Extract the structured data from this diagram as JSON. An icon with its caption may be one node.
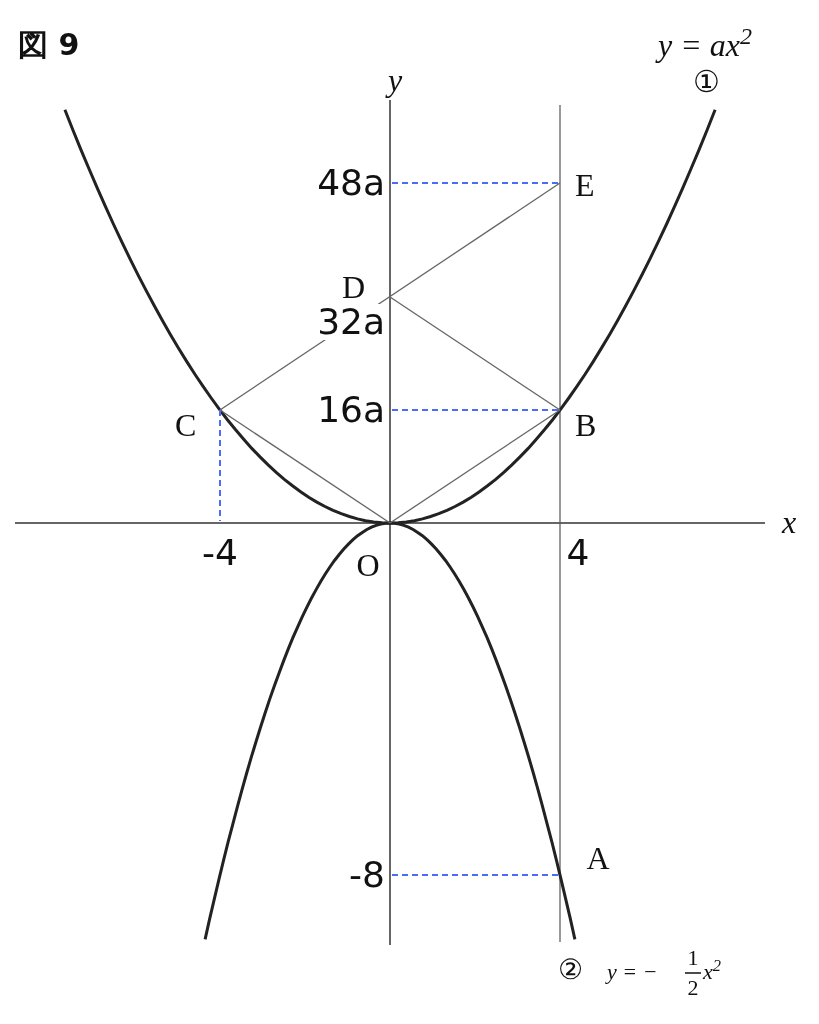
{
  "diagram": {
    "labels": [
      "図 9",
      "y = ax$^{2}$",
      "①",
      "y",
      "48a",
      "E",
      "D",
      "32a",
      "C",
      "16a",
      "B",
      "x",
      "-4",
      "O",
      "4",
      "-8",
      "A",
      "②",
      "y = −",
      "1",
      "2",
      "x$^{2}$"
    ]
  }
}
